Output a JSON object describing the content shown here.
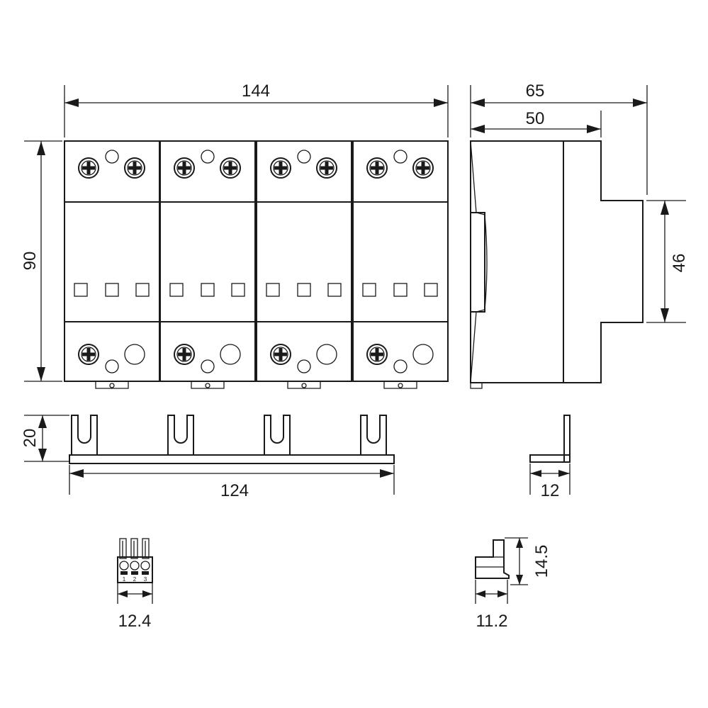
{
  "dimensions": {
    "front_width": "144",
    "front_height": "90",
    "side_depth_total": "65",
    "side_depth_body": "50",
    "rail_height": "46",
    "busbar_height": "20",
    "busbar_length": "124",
    "busbar_side_width": "12",
    "connector_width": "12.4",
    "plug_width": "11.2",
    "plug_height": "14.5"
  },
  "modules": {
    "count": 4,
    "indicator_windows": 3
  },
  "connector_pins": [
    "1",
    "2",
    "3"
  ],
  "colors": {
    "line": "#1a1a1a",
    "background": "#ffffff"
  }
}
